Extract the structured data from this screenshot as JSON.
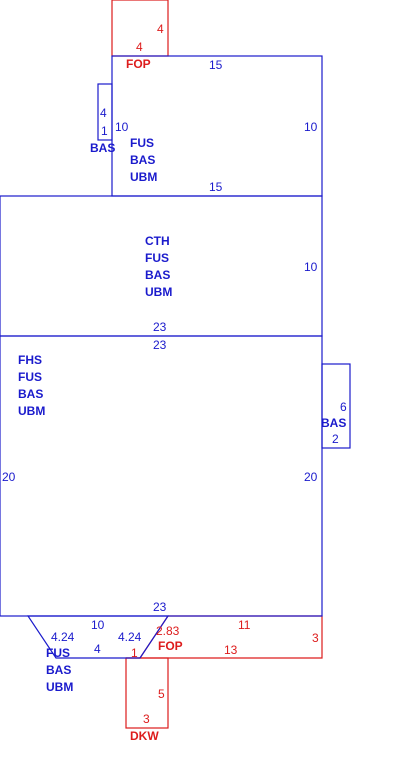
{
  "areas": {
    "fop_top": {
      "code": "FOP",
      "dims": [
        "4",
        "4"
      ]
    },
    "upper": {
      "codes": [
        "FUS",
        "BAS",
        "UBM"
      ],
      "dims": {
        "top": "15",
        "bottom": "15",
        "left": "10",
        "right": "10"
      }
    },
    "bas_small_left": {
      "code": "BAS",
      "dims": [
        "4",
        "1"
      ]
    },
    "middle": {
      "codes": [
        "CTH",
        "FUS",
        "BAS",
        "UBM"
      ],
      "dims": {
        "right": "10",
        "bottom": "23"
      }
    },
    "main": {
      "codes": [
        "FHS",
        "FUS",
        "BAS",
        "UBM"
      ],
      "dims": {
        "top": "23",
        "bottom": "23",
        "left": "20",
        "right": "20"
      }
    },
    "bas_small_right": {
      "code": "BAS",
      "dims": [
        "6",
        "2"
      ]
    },
    "bay": {
      "codes": [
        "FUS",
        "BAS",
        "UBM"
      ],
      "dims": {
        "top": "10",
        "bottom": "4",
        "left_diag": "4.24",
        "right_diag": "4.24"
      }
    },
    "fop_bottom": {
      "code": "FOP",
      "dims": {
        "diag": "2.83",
        "top": "11",
        "bottom": "13",
        "right": "3",
        "left": "1"
      }
    },
    "dkw": {
      "code": "DKW",
      "dims": {
        "right": "5",
        "bottom": "3"
      }
    }
  }
}
